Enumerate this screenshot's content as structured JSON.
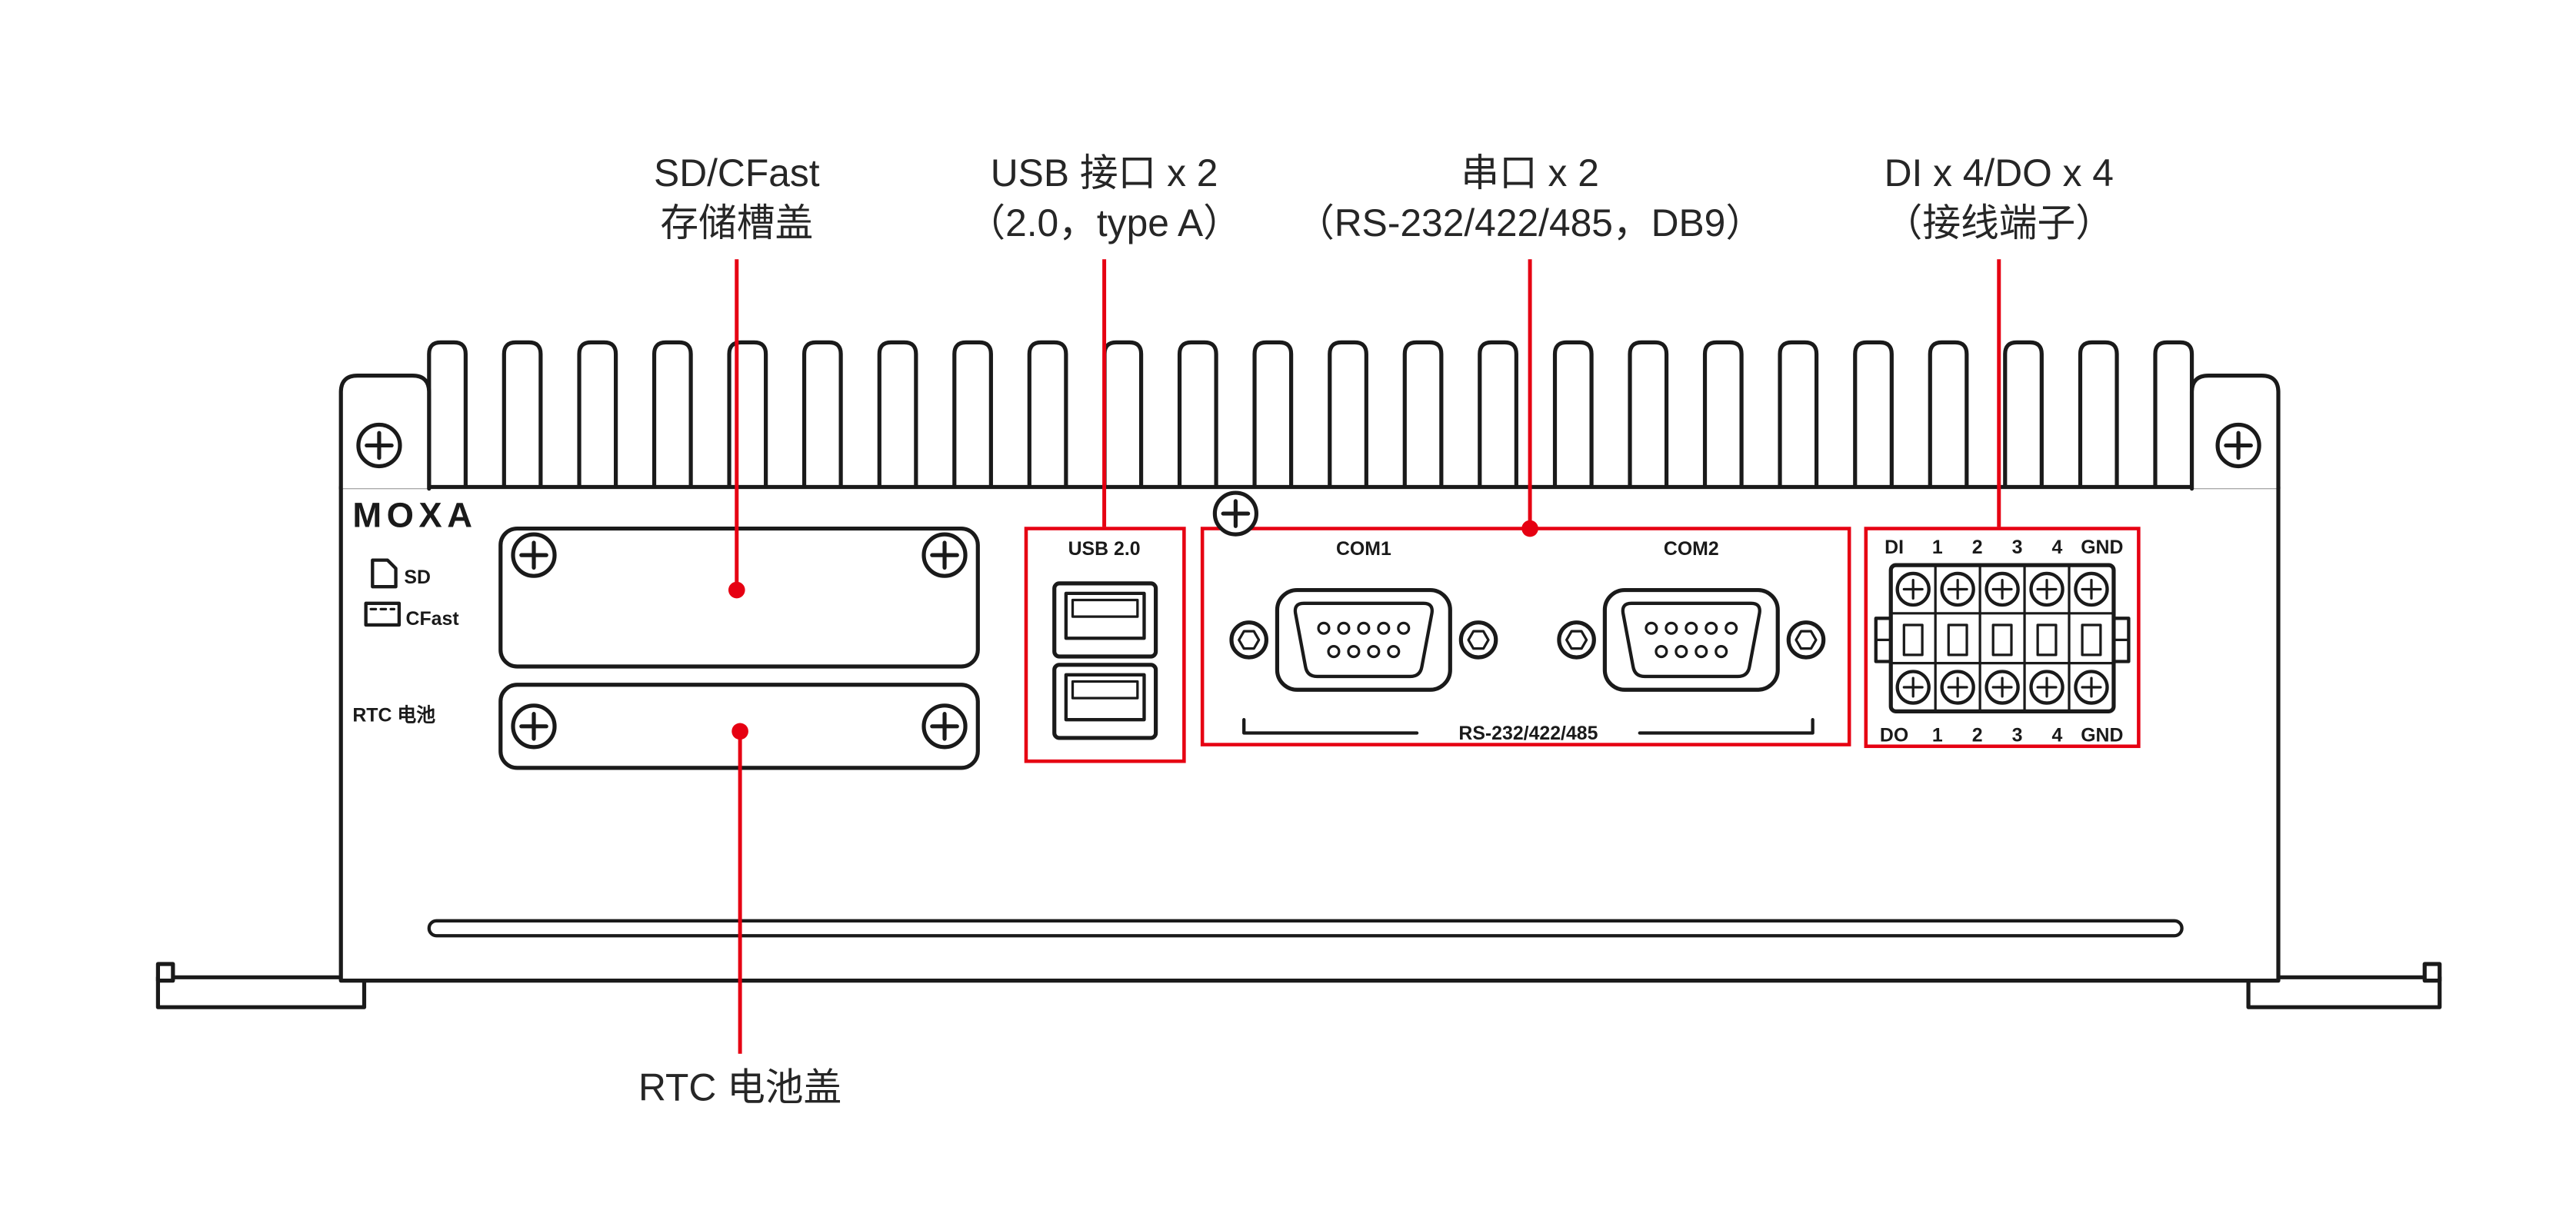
{
  "colors": {
    "callout_red": "#e60012",
    "outline": "#1a1a1a"
  },
  "callouts": {
    "sd_cfast": {
      "line1": "SD/CFast",
      "line2": "存储槽盖"
    },
    "usb": {
      "line1": "USB 接口 x 2",
      "line2": "（2.0，type A）"
    },
    "serial": {
      "line1": "串口 x 2",
      "line2": "（RS-232/422/485，DB9）"
    },
    "dio": {
      "line1": "DI x 4/DO x 4",
      "line2": "（接线端子）"
    },
    "rtc_cover": {
      "label": "RTC 电池盖"
    }
  },
  "panel": {
    "brand": "MOXA",
    "sd_label": "SD",
    "cfast_label": "CFast",
    "rtc_battery_label": "RTC 电池",
    "usb_label": "USB 2.0",
    "com1_label": "COM1",
    "com2_label": "COM2",
    "serial_standard_label": "RS-232/422/485",
    "di_label": "DI",
    "do_label": "DO",
    "terminal_numbers": [
      "1",
      "2",
      "3",
      "4"
    ],
    "gnd_label": "GND"
  }
}
